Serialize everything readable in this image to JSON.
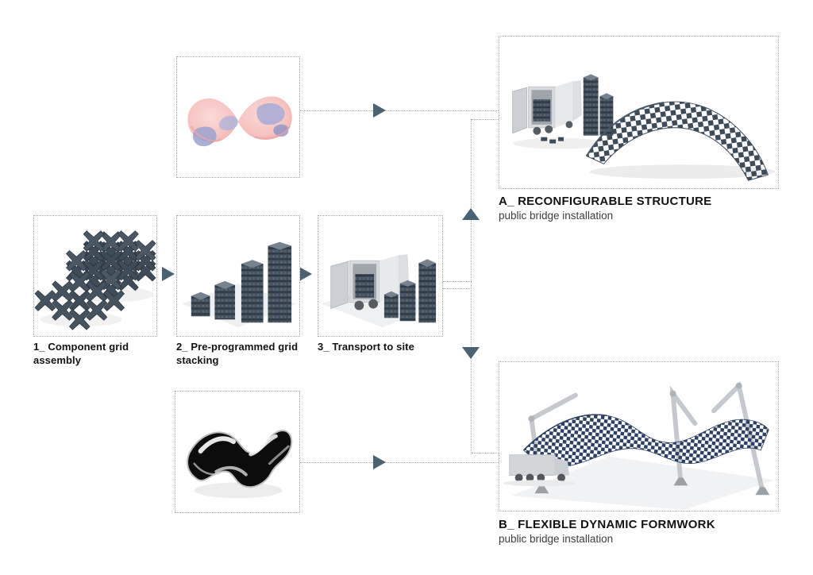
{
  "steps": [
    {
      "label": "1_ Component grid assembly"
    },
    {
      "label": "2_ Pre-programmed grid stacking"
    },
    {
      "label": "3_ Transport to site"
    }
  ],
  "outputs": [
    {
      "title": "A_ RECONFIGURABLE STRUCTURE",
      "subtitle": "public bridge installation"
    },
    {
      "title": "B_ FLEXIBLE DYNAMIC FORMWORK",
      "subtitle": "public bridge installation"
    }
  ],
  "colors": {
    "arrow": "#4a6272",
    "connector": "#a8a8a8",
    "box_border": "#a3a3a3",
    "component_slate": "#3e4b59",
    "formwork_navy": "#2c3f66",
    "surface_pink": "#f6c3c0",
    "surface_lavender": "#a9aed6",
    "machine_gray": "#d6d9dc"
  }
}
